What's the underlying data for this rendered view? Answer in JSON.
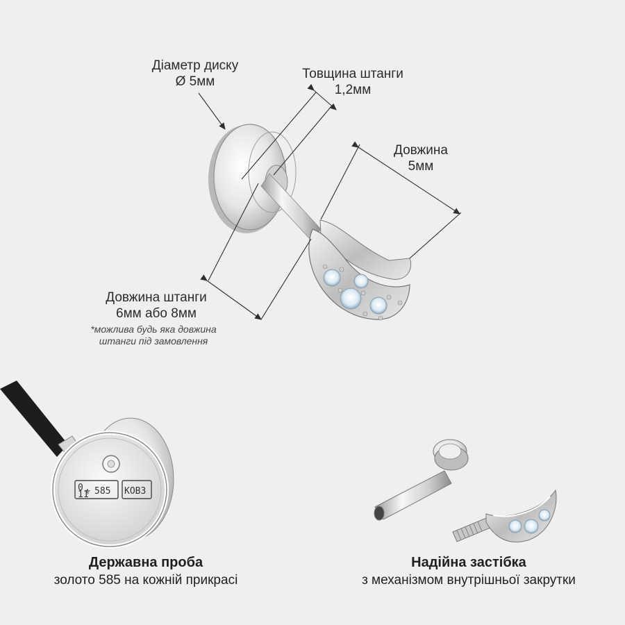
{
  "dimensions": {
    "disc_diameter_label": "Діаметр диску",
    "disc_diameter_value": "Ø 5мм",
    "bar_thickness_label": "Товщина штанги",
    "bar_thickness_value": "1,2мм",
    "length_label": "Довжина",
    "length_value": "5мм",
    "bar_length_label": "Довжина штанги",
    "bar_length_value": "6мм або 8мм",
    "bar_length_note_line1": "*можлива будь яка довжина",
    "bar_length_note_line2": "штанги під замовлення"
  },
  "stamp": {
    "hallmark_number": "585",
    "maker_code": "КОВЗ"
  },
  "features": [
    {
      "title": "Державна проба",
      "subtitle": "золото 585 на кожній прикрасі"
    },
    {
      "title": "Надійна застібка",
      "subtitle": "з механізмом внутрішньої закрутки"
    }
  ],
  "colors": {
    "background": "#efefef",
    "metal": "#d9d9d9",
    "metal_dark": "#8a8a8a",
    "lines": "#2e2e2e",
    "stone": "#e9f4fb"
  }
}
